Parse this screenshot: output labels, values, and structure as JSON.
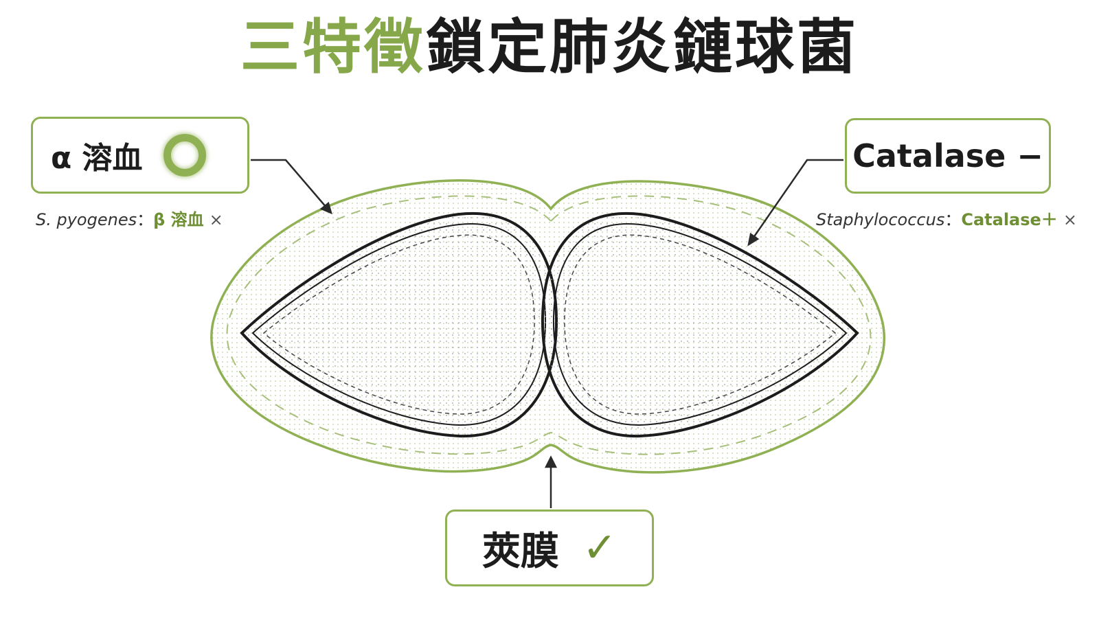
{
  "title": {
    "highlight": "三特徵",
    "rest": "鎖定肺炎鏈球菌"
  },
  "labels": {
    "alpha": {
      "text": "α 溶血",
      "icon": "ring-icon"
    },
    "catalase": {
      "text": "Catalase −"
    },
    "capsule": {
      "text": "莢膜",
      "mark": "✓"
    }
  },
  "notes": {
    "left": {
      "organism": "S. pyogenes",
      "sep": "：",
      "value": "β 溶血",
      "mark": "×"
    },
    "right": {
      "organism": "Staphylococcus",
      "sep": "：",
      "value": "Catalase＋",
      "mark": "×"
    }
  },
  "colors": {
    "accent": "#8fb053",
    "accent_dark": "#6e8f34",
    "ink": "#1c1c1c"
  }
}
